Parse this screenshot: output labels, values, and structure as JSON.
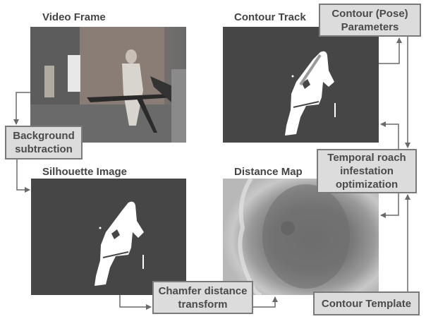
{
  "panels": {
    "video_frame": {
      "title": "Video Frame"
    },
    "contour_track": {
      "title": "Contour Track"
    },
    "silhouette_image": {
      "title": "Silhouette Image"
    },
    "distance_map": {
      "title": "Distance Map"
    }
  },
  "boxes": {
    "background_subtraction": {
      "line1": "Background",
      "line2": "subtraction"
    },
    "contour_parameters": {
      "line1": "Contour (Pose)",
      "line2": "Parameters"
    },
    "temporal_optimization": {
      "line1": "Temporal roach",
      "line2": "infestation",
      "line3": "optimization"
    },
    "chamfer_transform": {
      "line1": "Chamfer distance",
      "line2": "transform"
    },
    "contour_template": {
      "line1": "Contour Template"
    }
  },
  "colors": {
    "box_fill": "#dcdcdc",
    "box_border": "#7a7a7a",
    "arrow": "#6a6a6a",
    "image_dark": "#464646",
    "text": "#444444"
  }
}
